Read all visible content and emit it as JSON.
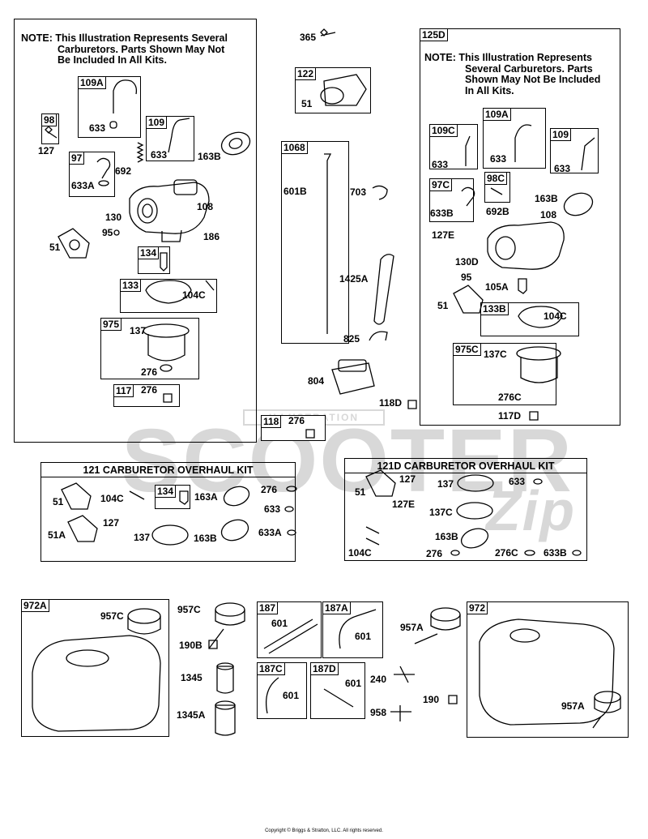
{
  "watermark": {
    "word": "SCOOTER",
    "script": "Zip",
    "banner": "ILLUSTRATION"
  },
  "carb_box": {
    "note_lines": [
      "NOTE: This Illustration Represents Several",
      "Carburetors. Parts Shown May Not",
      "Be Included In All Kits."
    ],
    "labels": [
      "109A",
      "633",
      "98",
      "127",
      "109",
      "633",
      "163B",
      "97",
      "692",
      "633A",
      "130",
      "108",
      "95",
      "186",
      "51",
      "134",
      "133",
      "104C",
      "975",
      "137",
      "276",
      "117",
      "276"
    ]
  },
  "center": {
    "labels": [
      "365",
      "122",
      "51",
      "1068",
      "601B",
      "703",
      "1425A",
      "825",
      "804",
      "118D",
      "118",
      "276"
    ]
  },
  "carb_125d": {
    "tag": "125D",
    "note_lines": [
      "NOTE: This Illustration Represents",
      "Several Carburetors. Parts",
      "Shown May Not Be Included",
      "In All Kits."
    ],
    "labels": [
      "109A",
      "109C",
      "633",
      "633",
      "109",
      "633",
      "97C",
      "98C",
      "633B",
      "692B",
      "163B",
      "108",
      "127E",
      "130D",
      "95",
      "105A",
      "51",
      "133B",
      "104C",
      "975C",
      "137C",
      "276C",
      "117D"
    ]
  },
  "kit121": {
    "title": "121 CARBURETOR OVERHAUL KIT",
    "labels": [
      "51",
      "104C",
      "134",
      "163A",
      "276",
      "633",
      "51A",
      "127",
      "137",
      "163B",
      "633A"
    ]
  },
  "kit121d": {
    "title": "121D CARBURETOR OVERHAUL KIT",
    "labels": [
      "51",
      "127",
      "137",
      "633",
      "127E",
      "137C",
      "163B",
      "104C",
      "276",
      "276C",
      "633B"
    ]
  },
  "bottom": {
    "labels": [
      "972A",
      "957C",
      "957C",
      "190B",
      "1345",
      "1345A",
      "187",
      "601",
      "187A",
      "601",
      "187C",
      "601",
      "187D",
      "601",
      "240",
      "958",
      "957A",
      "972",
      "190",
      "957A"
    ]
  },
  "copyright": "Copyright © Briggs & Stratton, LLC. All rights reserved."
}
